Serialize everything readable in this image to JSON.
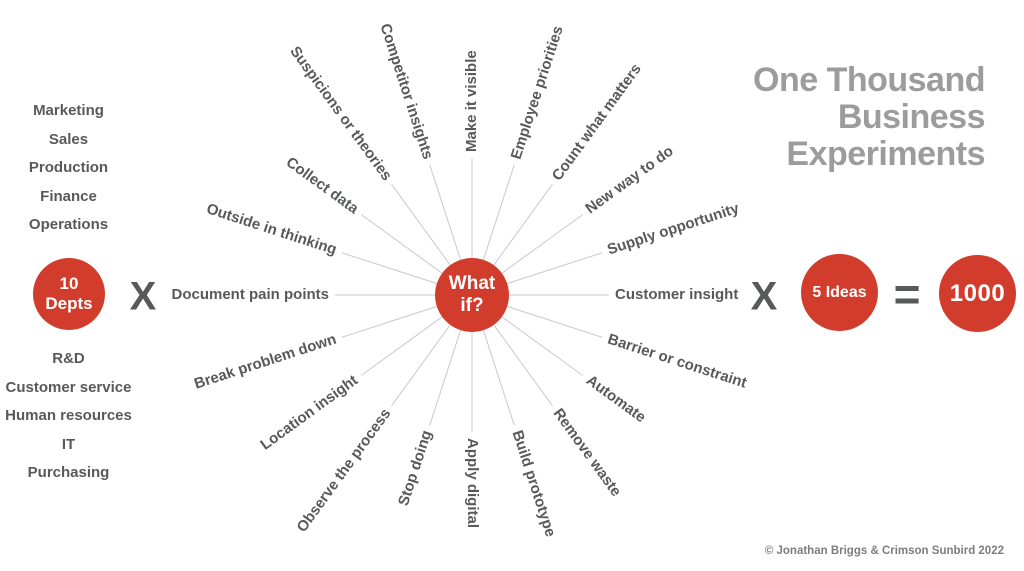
{
  "title": {
    "lines": [
      "One Thousand",
      "Business",
      "Experiments"
    ]
  },
  "copyright": "© Jonathan Briggs & Crimson Sunbird 2022",
  "colors": {
    "accent_red": "#d23c2c",
    "text_dark": "#58595b",
    "title_gray": "#9c9c9c",
    "spoke_line_gray": "#c9c9c9"
  },
  "departments": {
    "top": [
      "Marketing",
      "Sales",
      "Production",
      "Finance",
      "Operations"
    ],
    "bottom": [
      "R&D",
      "Customer service",
      "Human resources",
      "IT",
      "Purchasing"
    ]
  },
  "equation": {
    "depts_circle": {
      "line1": "10",
      "line2": "Depts"
    },
    "multiply_1": "X",
    "multiply_2": "X",
    "ideas_circle": "5 Ideas",
    "equals": "=",
    "result_circle": "1000"
  },
  "starburst": {
    "center": {
      "line1": "What",
      "line2": "if?"
    },
    "spokes": [
      {
        "label": "Make it visible",
        "angle": 90,
        "read": "out"
      },
      {
        "label": "Employee priorities",
        "angle": 72,
        "read": "out"
      },
      {
        "label": "Count what matters",
        "angle": 54,
        "read": "out"
      },
      {
        "label": "New way to do",
        "angle": 36,
        "read": "out"
      },
      {
        "label": "Supply opportunity",
        "angle": 18,
        "read": "out"
      },
      {
        "label": "Customer insight",
        "angle": 0,
        "read": "out"
      },
      {
        "label": "Barrier or constraint",
        "angle": 342,
        "read": "out"
      },
      {
        "label": "Automate",
        "angle": 324,
        "read": "out"
      },
      {
        "label": "Remove waste",
        "angle": 306,
        "read": "out"
      },
      {
        "label": "Build prototype",
        "angle": 288,
        "read": "out"
      },
      {
        "label": "Apply digital",
        "angle": 270,
        "read": "out"
      },
      {
        "label": "Stop doing",
        "angle": 252,
        "read": "in"
      },
      {
        "label": "Observe the process",
        "angle": 234,
        "read": "in"
      },
      {
        "label": "Location insight",
        "angle": 216,
        "read": "in"
      },
      {
        "label": "Break problem down",
        "angle": 198,
        "read": "in"
      },
      {
        "label": "Document pain points",
        "angle": 180,
        "read": "in"
      },
      {
        "label": "Outside in thinking",
        "angle": 162,
        "read": "in"
      },
      {
        "label": "Collect data",
        "angle": 144,
        "read": "in"
      },
      {
        "label": "Suspicions or theories",
        "angle": 126,
        "read": "in"
      },
      {
        "label": "Competitor insights",
        "angle": 108,
        "read": "in"
      }
    ]
  }
}
